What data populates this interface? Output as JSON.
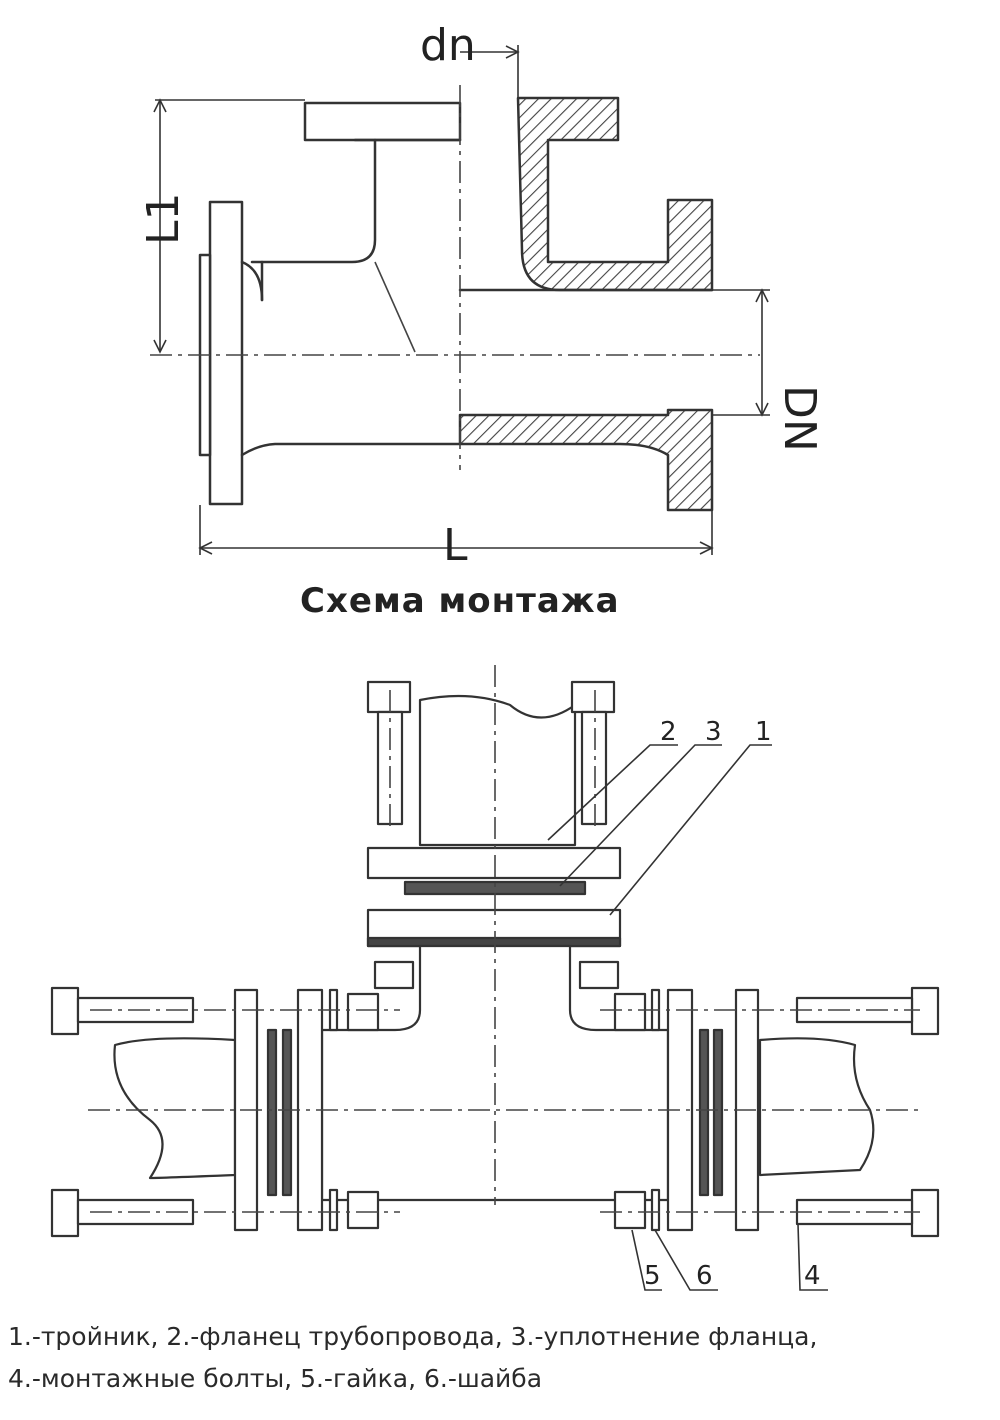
{
  "drawing": {
    "dim_dn": "dn",
    "dim_L1": "L1",
    "dim_DN": "DN",
    "dim_L": "L"
  },
  "installation": {
    "title": "Схема монтажа",
    "callouts": [
      "1",
      "2",
      "3",
      "4",
      "5",
      "6"
    ]
  },
  "legend": {
    "line1": "1.-тройник, 2.-фланец трубопровода, 3.-уплотнение фланца,",
    "line2": "4.-монтажные болты, 5.-гайка, 6.-шайба"
  }
}
